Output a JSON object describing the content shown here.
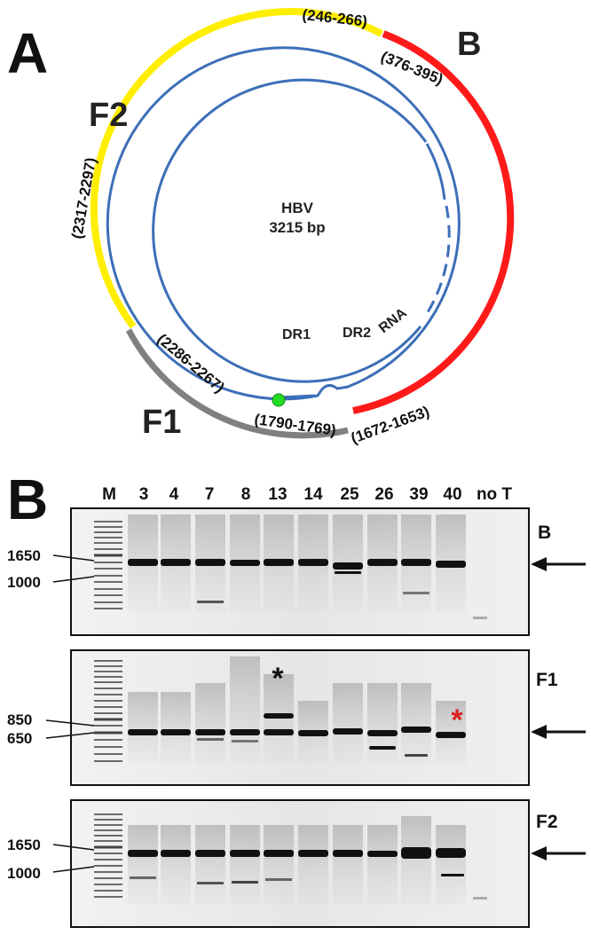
{
  "panel_a": {
    "letter": "A",
    "center_title": "HBV",
    "center_size": "3215 bp",
    "labels": {
      "dr1": "DR1",
      "dr2": "DR2",
      "rna": "RNA"
    },
    "fragments": [
      {
        "name": "B",
        "color": "#ff1a1a"
      },
      {
        "name": "F2",
        "color": "#ffee00"
      },
      {
        "name": "F1",
        "color": "#808080"
      }
    ],
    "coordinates": [
      "(246-266)",
      "(376-395)",
      "(2317-2297)",
      "(2286-2267)",
      "(1790-1769)",
      "(1672-1653)"
    ],
    "strand_color": "#3d6fb8",
    "marker_color": "#22dd22"
  },
  "panel_b": {
    "letter": "B",
    "lanes": [
      "M",
      "3",
      "4",
      "7",
      "8",
      "13",
      "14",
      "25",
      "26",
      "39",
      "40",
      "no T"
    ],
    "gels": [
      {
        "name": "B",
        "size_labels": [
          "1650",
          "1000"
        ]
      },
      {
        "name": "F1",
        "size_labels": [
          "850",
          "650"
        ]
      },
      {
        "name": "F2",
        "size_labels": [
          "1650",
          "1000"
        ]
      }
    ],
    "annotations": [
      {
        "symbol": "*",
        "color": "#111111"
      },
      {
        "symbol": "*",
        "color": "#dd2222"
      }
    ]
  }
}
